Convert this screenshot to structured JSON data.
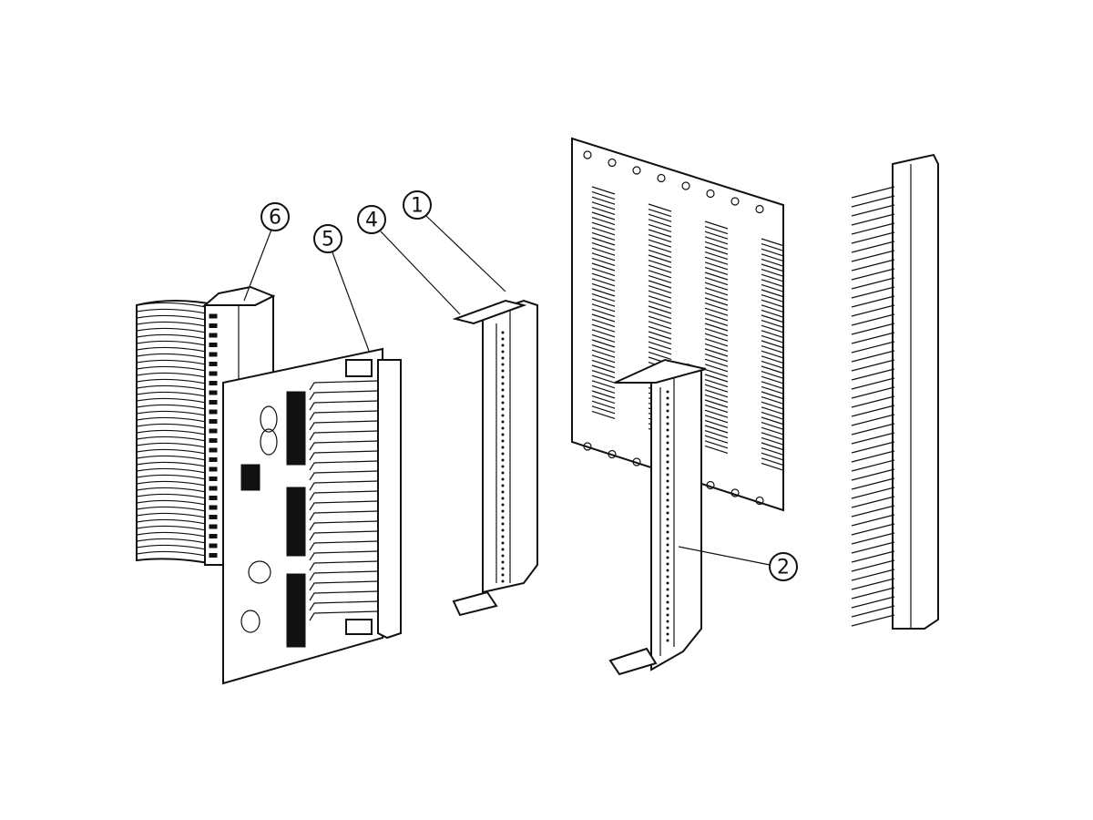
{
  "diagram": {
    "type": "exploded-assembly-drawing",
    "callouts": [
      {
        "id": "callout-1",
        "label": "1"
      },
      {
        "id": "callout-2",
        "label": "2"
      },
      {
        "id": "callout-4",
        "label": "4"
      },
      {
        "id": "callout-5",
        "label": "5"
      },
      {
        "id": "callout-6",
        "label": "6"
      }
    ],
    "colors": {
      "line": "#111111",
      "background": "#ffffff"
    }
  }
}
